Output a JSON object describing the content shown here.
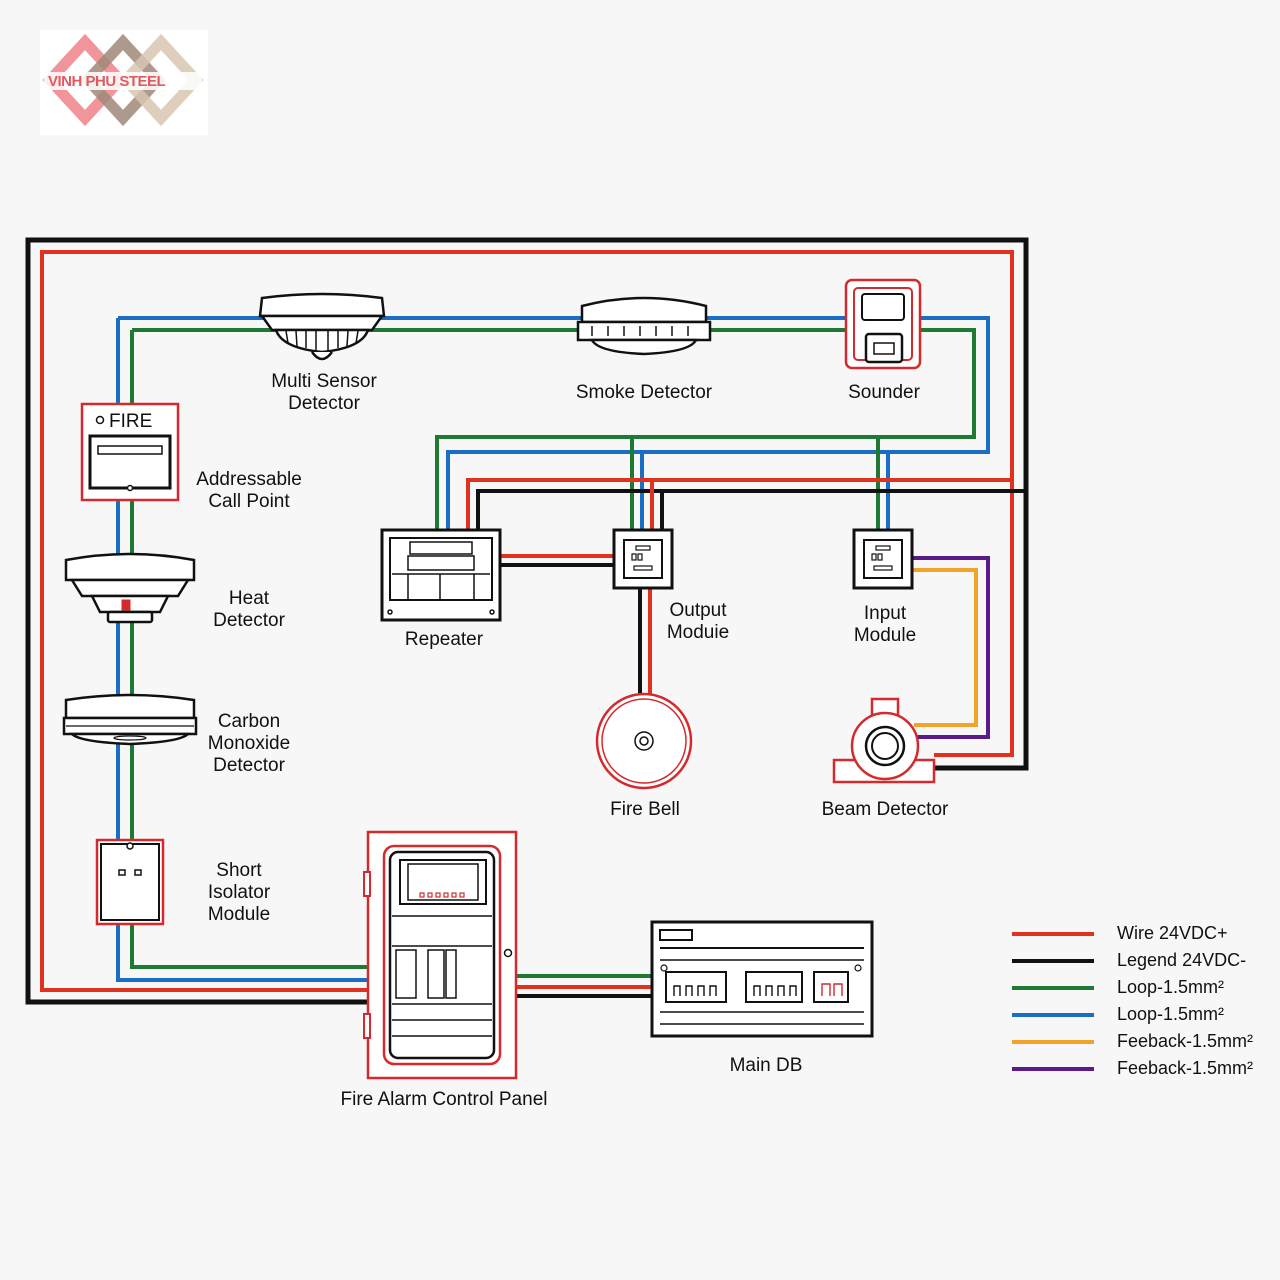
{
  "logo": {
    "text": "VINH PHU STEEL"
  },
  "colors": {
    "wire_pos": "#e0321e",
    "wire_neg": "#111111",
    "loop_green": "#1e7a32",
    "loop_blue": "#1a6fc4",
    "feedback_orange": "#f0a52a",
    "feedback_purple": "#5a1a8a",
    "device_red": "#d42a2e"
  },
  "devices": {
    "multi_sensor": {
      "line1": "Multi Sensor",
      "line2": "Detector"
    },
    "smoke": {
      "label": "Smoke Detector"
    },
    "sounder": {
      "label": "Sounder"
    },
    "call_point": {
      "face": "FIRE",
      "line1": "Addressable",
      "line2": "Call Point"
    },
    "heat": {
      "line1": "Heat",
      "line2": "Detector"
    },
    "co": {
      "line1": "Carbon",
      "line2": "Monoxide",
      "line3": "Detector"
    },
    "isolator": {
      "line1": "Short",
      "line2": "Isolator",
      "line3": "Module"
    },
    "repeater": {
      "label": "Repeater"
    },
    "output_module": {
      "line1": "Output",
      "line2": "Moduie"
    },
    "input_module": {
      "line1": "Input",
      "line2": "Module"
    },
    "fire_bell": {
      "label": "Fire Bell"
    },
    "beam": {
      "label": "Beam Detector"
    },
    "panel": {
      "label": "Fire Alarm Control Panel"
    },
    "main_db": {
      "label": "Main DB"
    }
  },
  "legend": [
    {
      "label": "Wire  24VDC+",
      "color": "#e0321e"
    },
    {
      "label": "Legend  24VDC-",
      "color": "#111111"
    },
    {
      "label": "Loop-1.5mm²",
      "color": "#1e7a32"
    },
    {
      "label": "Loop-1.5mm²",
      "color": "#1a6fc4"
    },
    {
      "label": "Feeback-1.5mm²",
      "color": "#f0a52a"
    },
    {
      "label": "Feeback-1.5mm²",
      "color": "#5a1a8a"
    }
  ]
}
